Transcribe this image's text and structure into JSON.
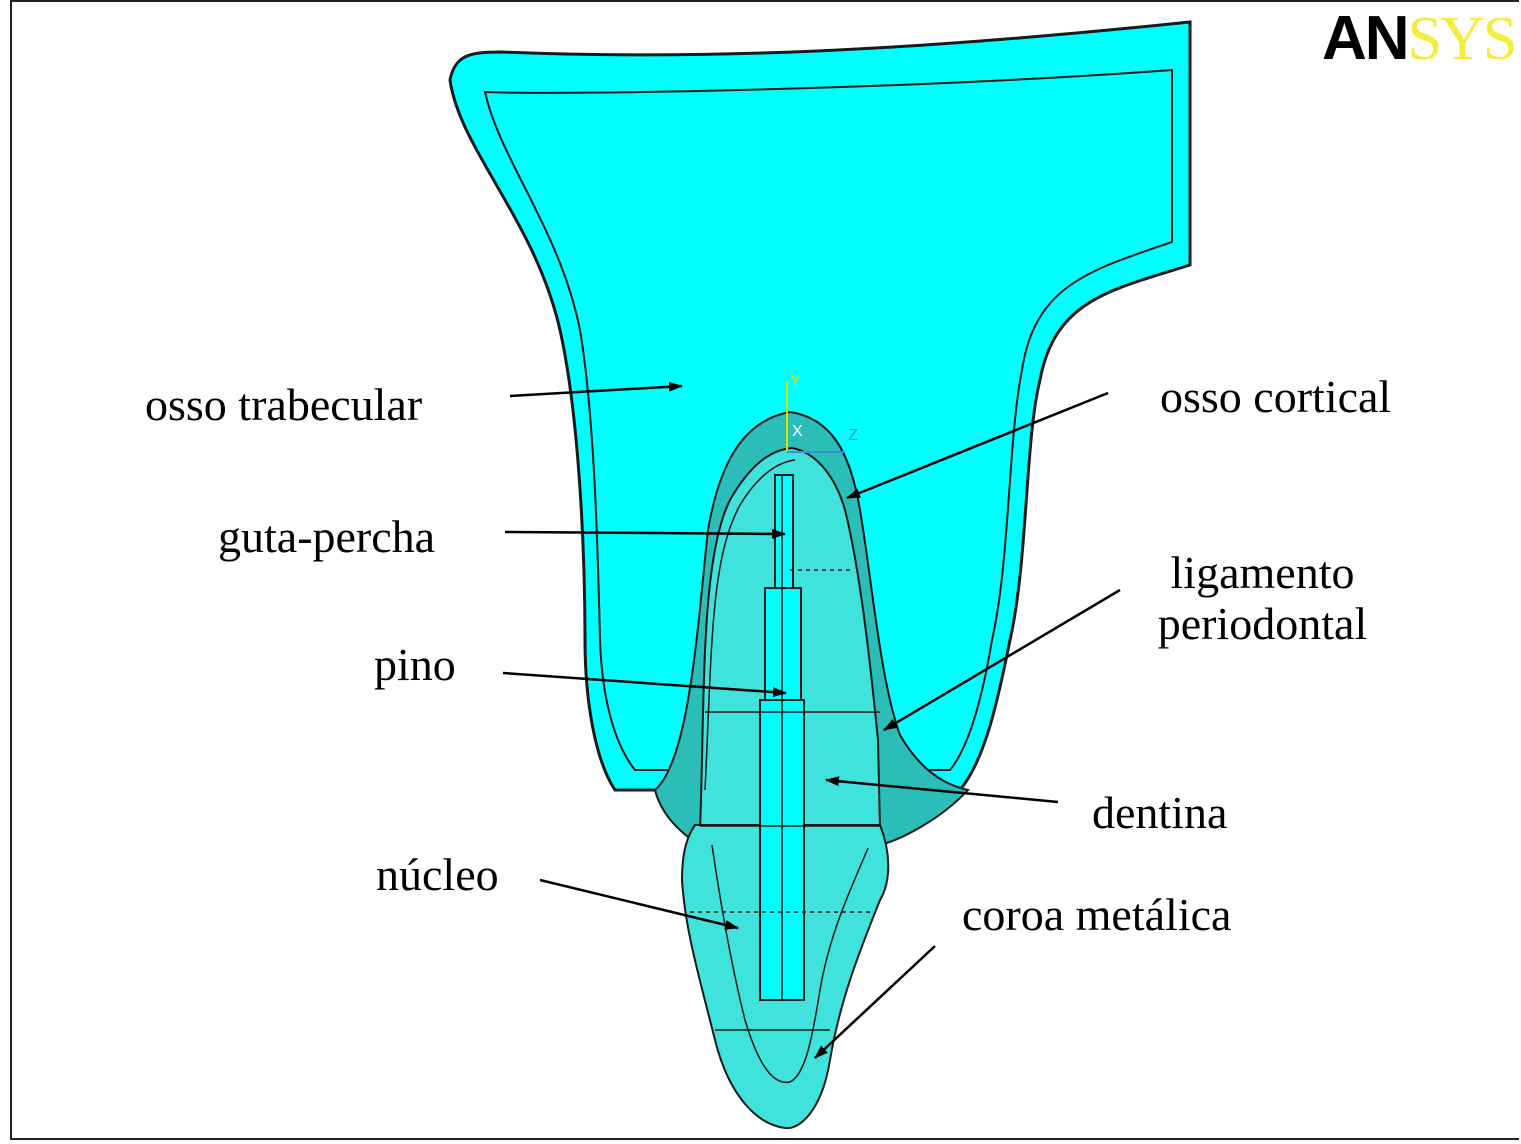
{
  "logo": {
    "part1": "AN",
    "part2": "SYS"
  },
  "colors": {
    "model_fill": "#00ffff",
    "tooth_fill": "#3fe3dc",
    "tooth_shade": "#2bbdb8",
    "outline": "#1a1a1a",
    "axis_y": "#d8e000",
    "axis_z": "#3a8fd8"
  },
  "axes": {
    "y": "Y",
    "z": "Z",
    "x": "X"
  },
  "labels": {
    "osso_trabecular": "osso trabecular",
    "osso_cortical": "osso cortical",
    "guta_percha": "guta-percha",
    "ligamento_1": "ligamento",
    "ligamento_2": "periodontal",
    "pino": "pino",
    "dentina": "dentina",
    "nucleo": "núcleo",
    "coroa": "coroa metálica"
  }
}
